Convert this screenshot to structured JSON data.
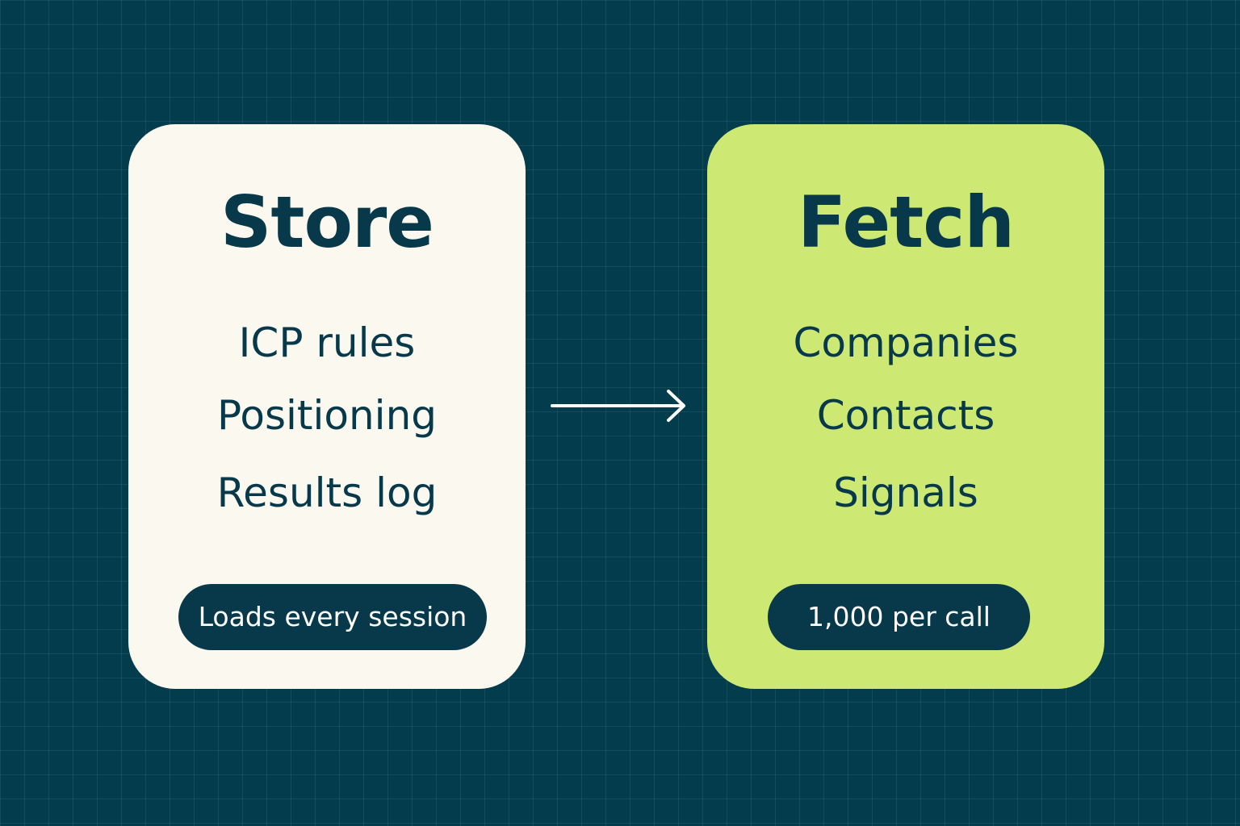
{
  "colors": {
    "background": "#033d4d",
    "store_card": "#fbf8ef",
    "fetch_card": "#cde873",
    "text_dark": "#07394b",
    "pill_text": "#ffffff",
    "arrow": "#ffffff"
  },
  "store": {
    "title": "Store",
    "items": [
      "ICP rules",
      "Positioning",
      "Results log"
    ],
    "badge": "Loads every session"
  },
  "fetch": {
    "title": "Fetch",
    "items": [
      "Companies",
      "Contacts",
      "Signals"
    ],
    "badge": "1,000 per call"
  },
  "connector": {
    "icon": "right-arrow-icon"
  }
}
